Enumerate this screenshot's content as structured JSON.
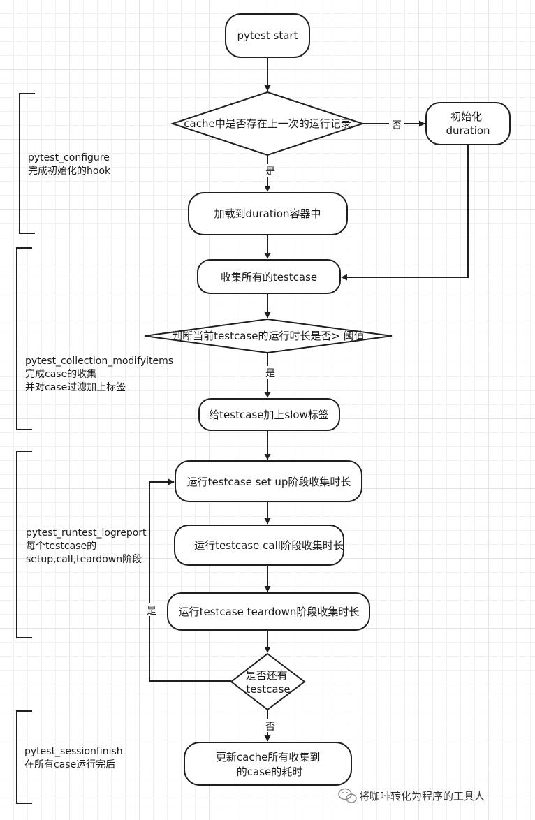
{
  "nodes": {
    "start": "pytest start",
    "cache_check": "cache中是否存在上一次的运行记录",
    "init_line1": "初始化",
    "init_line2": "duration",
    "load": "加载到duration容器中",
    "collect": "收集所有的testcase",
    "threshold_check": "判断当前testcase的运行时长是否> 阈值",
    "add_slow": "给testcase加上slow标签",
    "setup": "运行testcase set up阶段收集时长",
    "call": "运行testcase call阶段收集时长",
    "teardown": "运行testcase teardown阶段收集时长",
    "more_line1": "是否还有",
    "more_line2": "testcase",
    "update_line1": "更新cache所有收集到",
    "update_line2": "的case的耗时"
  },
  "edge_labels": {
    "cache_no": "否",
    "cache_yes": "是",
    "threshold_yes": "是",
    "loop_yes": "是",
    "more_no": "否"
  },
  "phases": [
    {
      "lines": [
        "pytest_configure",
        "完成初始化的hook"
      ]
    },
    {
      "lines": [
        "pytest_collection_modifyitems",
        "完成case的收集",
        "并对case过滤加上标签"
      ]
    },
    {
      "lines": [
        "pytest_runtest_logreport",
        "每个testcase的",
        "setup,call,teardown阶段"
      ]
    },
    {
      "lines": [
        "pytest_sessionfinish",
        "在所有case运行完后"
      ]
    }
  ],
  "watermark": "将咖啡转化为程序的工具人",
  "colors": {
    "stroke": "#1f1f1f",
    "fill": "#ffffff",
    "text": "#1a1a1a",
    "watermark_icon": "#8a8a8a"
  }
}
